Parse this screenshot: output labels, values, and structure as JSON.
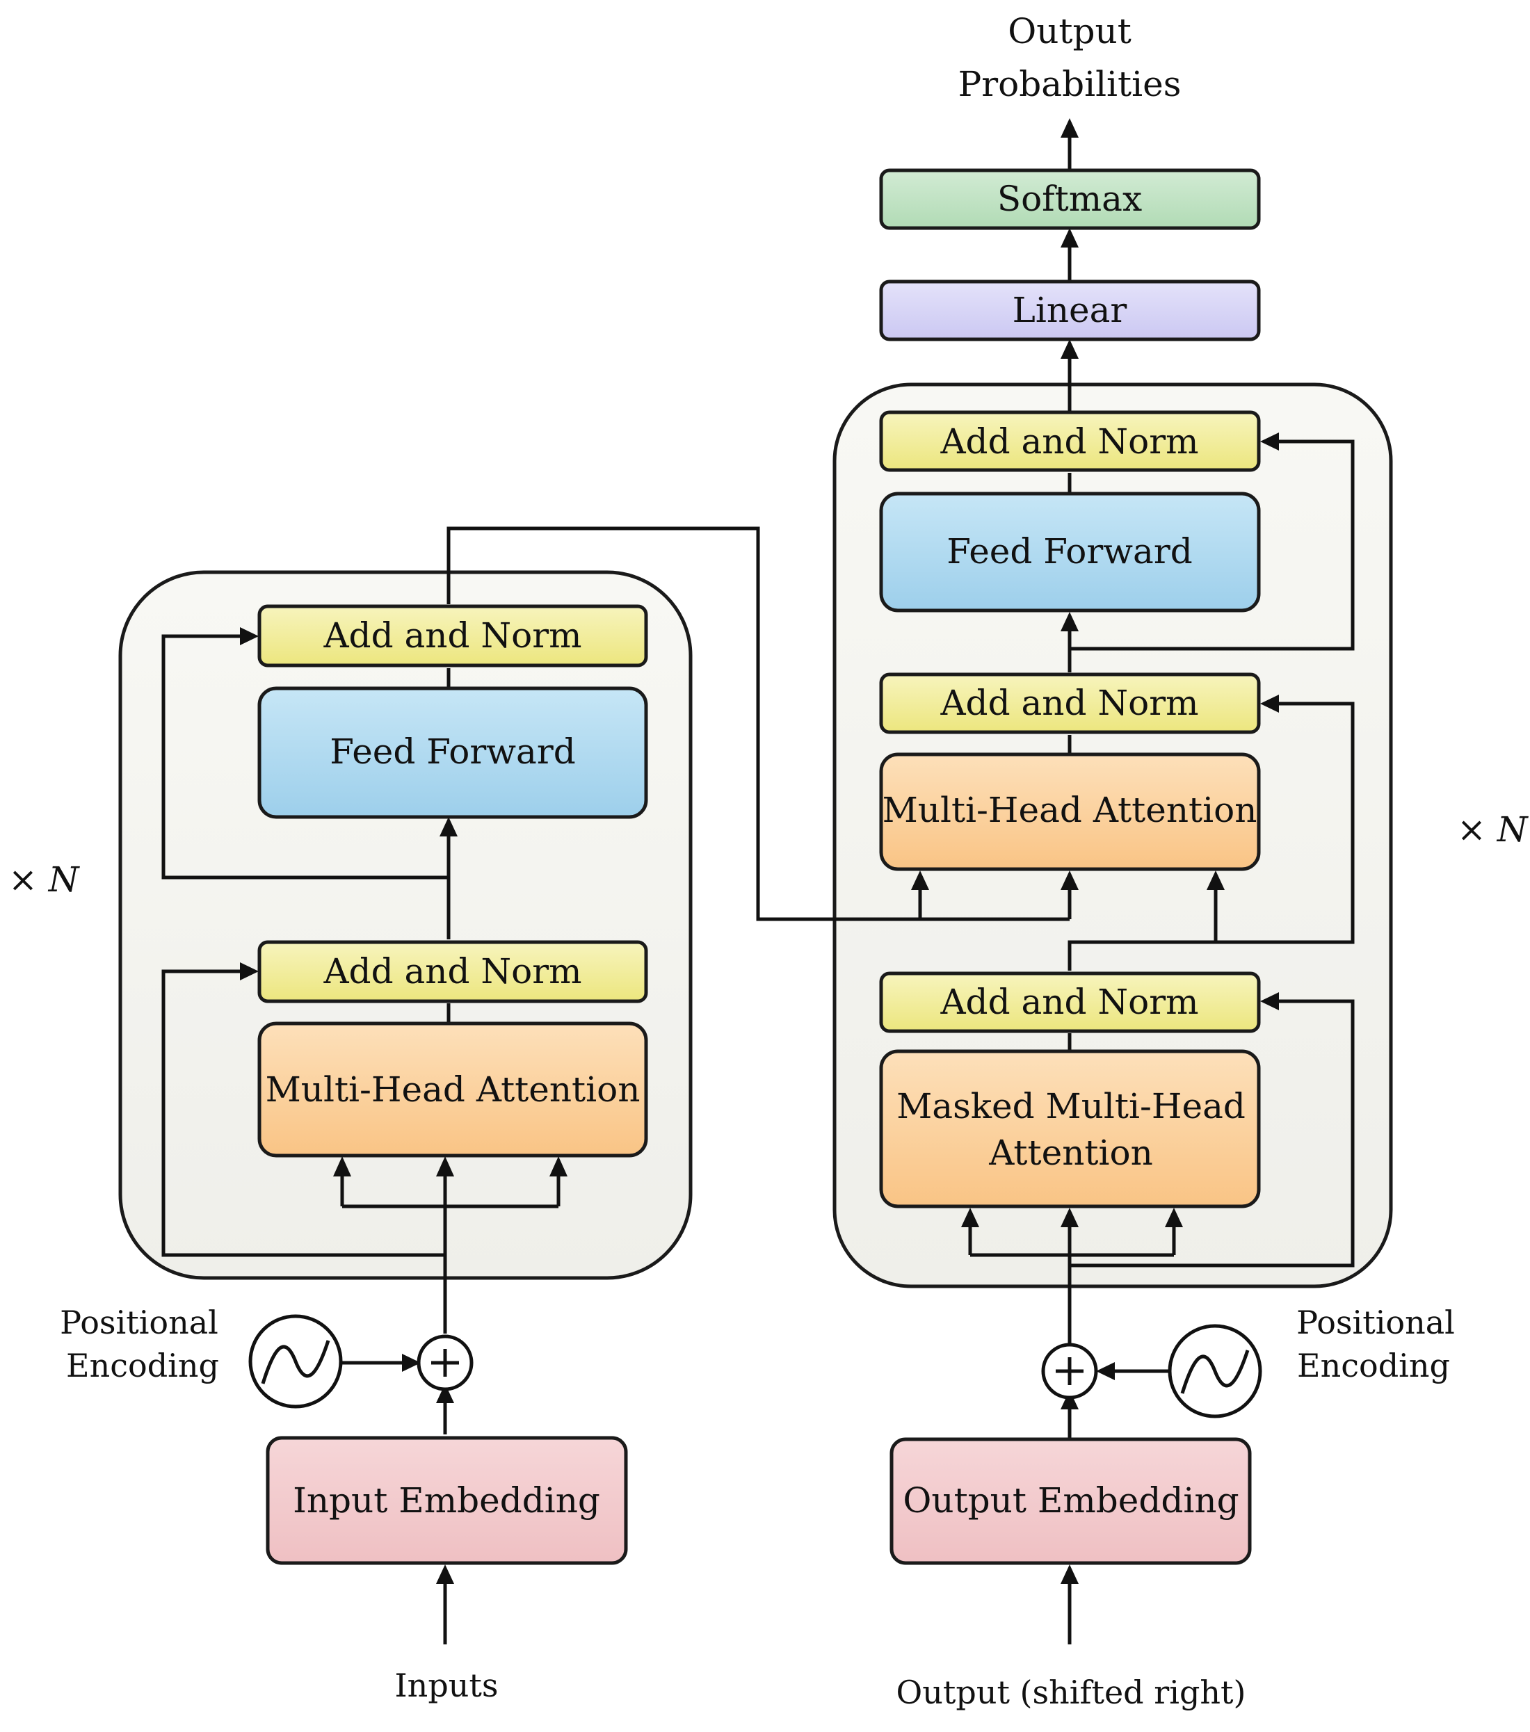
{
  "encoder": {
    "add_norm_top": "Add and Norm",
    "feed_forward": "Feed Forward",
    "add_norm_bottom": "Add and Norm",
    "attention": "Multi-Head Attention",
    "repeat": "× N"
  },
  "decoder": {
    "add_norm_top": "Add and Norm",
    "feed_forward": "Feed Forward",
    "add_norm_mid": "Add and Norm",
    "attention": "Multi-Head Attention",
    "add_norm_bottom": "Add and Norm",
    "masked_attention_line1": "Masked Multi-Head",
    "masked_attention_line2": "Attention",
    "repeat": "× N"
  },
  "head": {
    "linear": "Linear",
    "softmax": "Softmax",
    "output_line1": "Output",
    "output_line2": "Probabilities"
  },
  "input_side": {
    "embedding": "Input Embedding",
    "positional_line1": "Positional",
    "positional_line2": "Encoding",
    "inputs": "Inputs"
  },
  "output_side": {
    "embedding": "Output Embedding",
    "positional_line1": "Positional",
    "positional_line2": "Encoding",
    "outputs": "Output (shifted right)"
  },
  "colors": {
    "add_norm": "#f1ed9c",
    "feed_forward": "#a9d8f0",
    "attention": "#fbcf9b",
    "embedding": "#f2c9cc",
    "linear": "#d6d4f6",
    "softmax": "#bfe2c2",
    "container": "#f3f3ee"
  }
}
